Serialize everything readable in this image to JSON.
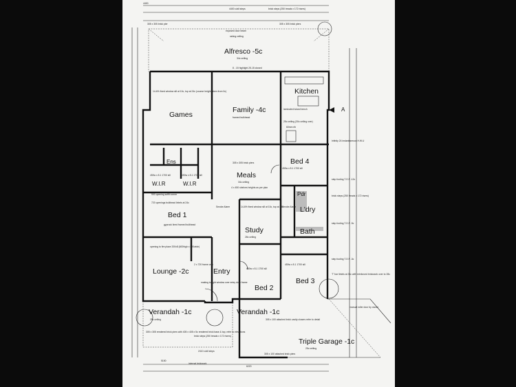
{
  "rooms": {
    "alfresco": "Alfresco -5c",
    "games": "Games",
    "family": "Family -4c",
    "kitchen": "Kitchen",
    "ens": "Ens",
    "wir_left": "W.I.R",
    "wir_right": "W.I.R",
    "meals": "Meals",
    "bed4": "Bed 4",
    "bed1": "Bed 1",
    "pdr": "Pdr",
    "ldry": "L'dry",
    "study": "Study",
    "bath": "Bath",
    "lounge": "Lounge -2c",
    "entry": "Entry",
    "bed2": "Bed 2",
    "bed3": "Bed 3",
    "verandah_left": "Verandah -1c",
    "verandah_mid": "Verandah -1c",
    "triple_garage": "Triple Garage -1c",
    "section_marker": "A"
  },
  "notes": {
    "top_dim_1": "4400 o/all steps",
    "top_dim_2": "brick steps (250 treads x 172 risers)",
    "top_pier": "305 x 305 brick pier",
    "top_pier_right": "305 x 305 brick piers",
    "beam": "exposed door beam",
    "raking": "raking ceiling",
    "alfresco_ceiling": "34c ceiling",
    "alfresco_note": "8 - 15 highlight 25-15 closed",
    "games_window": "14-6% fixed window sill at 10c, top at 24c (course height taken from 0c)",
    "family_ceiling": "framed bulkhead",
    "kitchen_note_1": "laminated island bench",
    "kitchen_note_2": "25c ceiling (30c ceiling over)",
    "kitchen_note_3": "60mm rib",
    "infinity": "Infinity 24 instantaneous H.W.U",
    "meals_note": "305 x 305 brick piers",
    "meals_ceiling": "34c ceiling",
    "shelves": "4 x 450 shelves heights as per plan",
    "bed4_window": "450w x 8.1 1700 sill",
    "wir_window_l": "450w x 8.1 1700 sill",
    "wir_window_r": "450w x 8.1 1700 sill",
    "opening_1": "720 openings bulkhead lintels at 24c",
    "opening_2": "900 opening soffit corner",
    "smoke_1": "Smoke Alarm",
    "smoke_2": "Smoke Alarm",
    "gyprock": "gyprock lined framed bulkhead",
    "study_window": "14-6% fixed window sill at 10c, top at 24c",
    "study_ceiling": "28c ceiling",
    "fire_place": "opening to fire place 200x8 (600high x 890wide)",
    "lounge_frame": "2 x 720 frame only",
    "entry_note": "making to light window over entry door frame",
    "bed2_window": "450w x 8.1 1700 sill",
    "bed3_window": "450w x 8.1 1700 sill",
    "step_footing_1": "step footing T.O.F -12c",
    "step_footing_2": "step footing T.O.F -9c",
    "step_footing_3": "step footing T.O.F -3c",
    "brick_steps_right": "brick steps (250 treads x 172 risers)",
    "tbar": "'T' bar lintels at 24c with reinforced brickwork over to 28c",
    "verandah_ceiling": "25c ceiling",
    "rendered_piers": "305 x 305 rendered brick piers with 405 x 405 x 5c rendered brick base & top, refer to elevations",
    "brick_steps_bottom": "brick steps (250 treads x 172 risers)",
    "all_steps_bottom": "2410 o/all steps",
    "attached_piers": "305 x 100 attached brick cavity closers refer to detail",
    "garage_ceiling": "25c ceiling",
    "garage_piers": "305 x 100 attached brick piers",
    "roller_door": "manual roller door by owner",
    "internal_brickwork": "internal brickwork",
    "dim_5150": "5150",
    "dim_6220": "6220",
    "dim_4400": "4400"
  }
}
